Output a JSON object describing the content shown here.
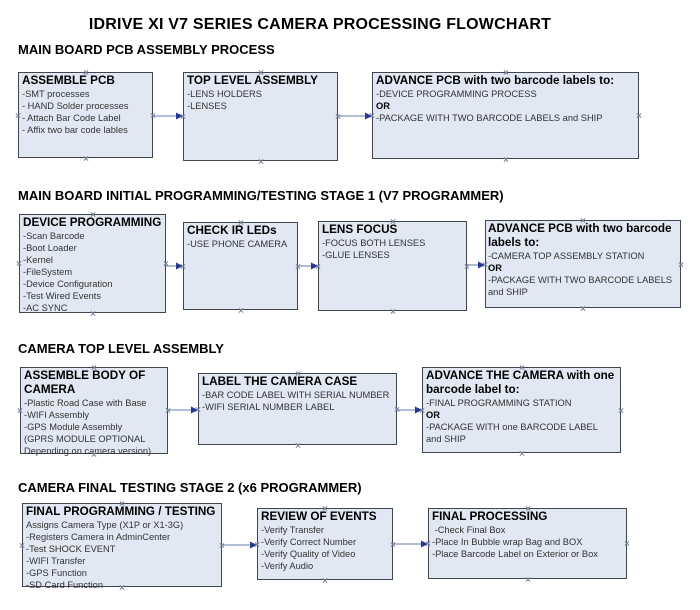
{
  "title": "IDRIVE XI V7 SERIES CAMERA PROCESSING FLOWCHART",
  "colors": {
    "box_fill": "#e1e7f3",
    "box_border": "#41454e",
    "arrow_line": "#8497bd",
    "arrow_head": "#283790",
    "connection_marker": "#76829b",
    "body_text": "#333333"
  },
  "sections": [
    {
      "heading": "MAIN BOARD PCB ASSEMBLY PROCESS",
      "boxes": [
        {
          "title": "ASSEMBLE PCB",
          "lines": [
            "-SMT processes",
            "- HAND Solder processes",
            "- Attach Bar Code Label",
            "- Affix two bar code lables"
          ]
        },
        {
          "title": "TOP LEVEL ASSEMBLY",
          "lines": [
            "-LENS HOLDERS",
            "-LENSES"
          ]
        },
        {
          "title": "ADVANCE PCB with two barcode labels to:",
          "lines": [
            "-DEVICE PROGRAMMING PROCESS",
            "OR",
            "-PACKAGE WITH TWO BARCODE LABELS and SHIP"
          ]
        }
      ]
    },
    {
      "heading": "MAIN BOARD INITIAL PROGRAMMING/TESTING STAGE 1 (V7 PROGRAMMER)",
      "boxes": [
        {
          "title": "DEVICE PROGRAMMING",
          "lines": [
            "-Scan Barcode",
            "-Boot Loader",
            "-Kernel",
            "-FileSystem",
            "-Device Configuration",
            "-Test Wired Events",
            "-AC SYNC"
          ]
        },
        {
          "title": "CHECK IR LEDs",
          "lines": [
            "-USE PHONE CAMERA"
          ]
        },
        {
          "title": "LENS FOCUS",
          "lines": [
            "-FOCUS BOTH LENSES",
            "-GLUE LENSES"
          ]
        },
        {
          "title": "ADVANCE PCB with two barcode labels to:",
          "lines": [
            "-CAMERA TOP ASSEMBLY STATION",
            "OR",
            "-PACKAGE WITH TWO BARCODE LABELS",
            "and SHIP"
          ]
        }
      ]
    },
    {
      "heading": "CAMERA TOP LEVEL ASSEMBLY",
      "boxes": [
        {
          "title": "ASSEMBLE BODY OF CAMERA",
          "lines": [
            "-Plastic Road Case with Base",
            "-WIFI Assembly",
            "-GPS Module Assembly",
            "(GPRS MODULE OPTIONAL",
            "Depending on camera version)"
          ]
        },
        {
          "title": "LABEL THE CAMERA CASE",
          "lines": [
            "-BAR CODE LABEL WITH SERIAL NUMBER",
            "-WIFI SERIAL NUMBER LABEL"
          ]
        },
        {
          "title": "ADVANCE THE CAMERA with one barcode label to:",
          "lines": [
            "-FINAL PROGRAMMING STATION",
            "OR",
            "-PACKAGE WITH one BARCODE LABEL",
            "and SHIP"
          ]
        }
      ]
    },
    {
      "heading": "CAMERA FINAL TESTING STAGE 2 (x6 PROGRAMMER)",
      "boxes": [
        {
          "title": "FINAL PROGRAMMING / TESTING",
          "lines": [
            "Assigns Camera Type (X1P or X1-3G)",
            "-Registers Camera in AdminCenter",
            "-Test SHOCK EVENT",
            "-WIFI Transfer",
            "-GPS Function",
            "-SD Card Function"
          ]
        },
        {
          "title": "REVIEW OF EVENTS",
          "lines": [
            "-Verify Transfer",
            "-Verify Correct Number",
            "-Verify Quality of Video",
            "-Verify Audio"
          ]
        },
        {
          "title": "FINAL PROCESSING",
          "lines": [
            " -Check Final Box",
            "-Place In Bubble wrap Bag and BOX",
            "-Place Barcode Label on Exterior or Box"
          ]
        }
      ]
    }
  ]
}
